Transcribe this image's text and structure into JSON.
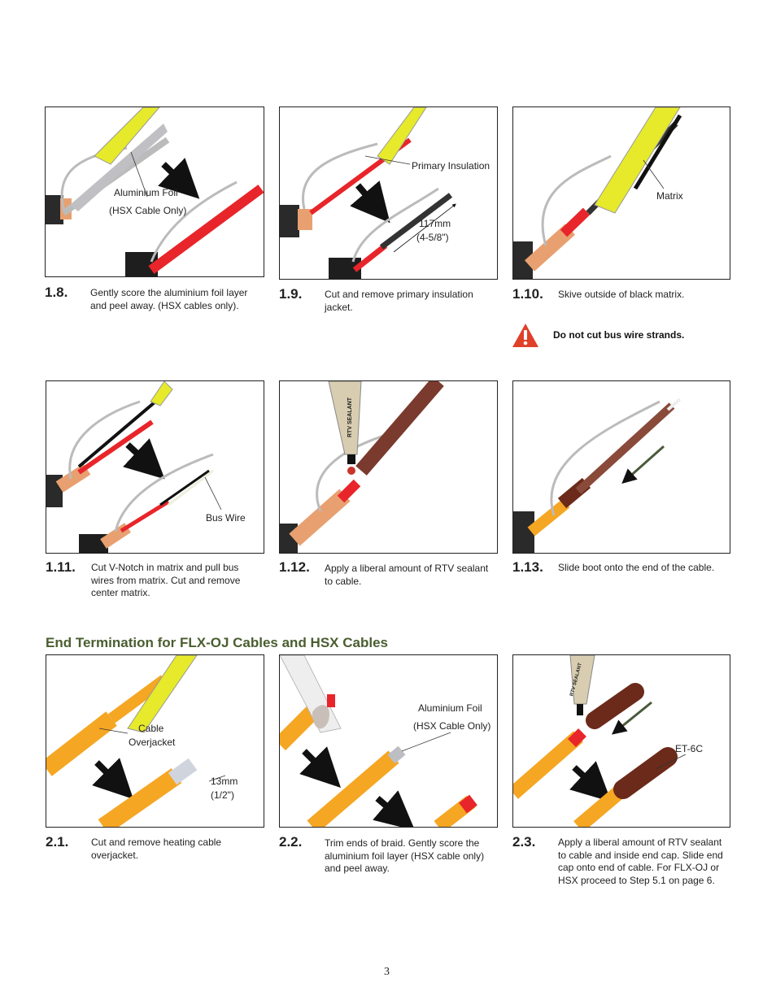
{
  "steps": {
    "s1_8": {
      "num": "1.8.",
      "text": "Gently score the aluminium foil layer and peel away.  (HSX cables only)."
    },
    "s1_9": {
      "num": "1.9.",
      "text": "Cut and remove primary insulation jacket."
    },
    "s1_10": {
      "num": "1.10.",
      "text": "Skive outside of black matrix."
    },
    "s1_11": {
      "num": "1.11.",
      "text": "Cut V-Notch in matrix and pull bus wires from matrix. Cut and remove center matrix."
    },
    "s1_12": {
      "num": "1.12.",
      "text": "Apply a liberal amount of RTV sealant to cable."
    },
    "s1_13": {
      "num": "1.13.",
      "text": "Slide boot onto the end of the cable."
    },
    "s2_1": {
      "num": "2.1.",
      "text": "Cut and remove heating cable overjacket."
    },
    "s2_2": {
      "num": "2.2.",
      "text": "Trim ends of braid. Gently score the aluminium foil layer (HSX cable only) and peel away."
    },
    "s2_3": {
      "num": "2.3.",
      "text": "Apply a liberal amount of RTV sealant to cable and inside end cap. Slide end cap onto end of cable. For FLX-OJ or HSX proceed to Step 5.1 on page 6."
    }
  },
  "warning": {
    "text": "Do not cut bus wire strands.",
    "icon": "warning-triangle-icon"
  },
  "section_title": "End Termination for FLX-OJ Cables and HSX Cables",
  "labels": {
    "p1_8_a": "Aluminium Foil",
    "p1_8_b": "(HSX Cable Only)",
    "p1_9_a": "Primary Insulation",
    "p1_9_b": "117mm",
    "p1_9_c": "(4-5/8\")",
    "p1_10_a": "Matrix",
    "p1_11_a": "Bus Wire",
    "p1_12_tube": "RTV SEALANT",
    "p2_1_a": "Cable",
    "p2_1_b": "Overjacket",
    "p2_1_c": "13mm",
    "p2_1_d": "(1/2\")",
    "p2_2_a": "Aluminium Foil",
    "p2_2_b": "(HSX Cable Only)",
    "p2_3_a": "ET-6C",
    "p2_3_tube": "RTV SEALANT"
  },
  "page_number": "3",
  "colors": {
    "cable_orange": "#f5a623",
    "bus_red": "#e8252a",
    "copper": "#e8a070",
    "knife_yellow": "#e6ea2a",
    "boot_brown": "#6b2a1a",
    "title_green": "#4a5e30",
    "warning_red": "#e0402a"
  }
}
